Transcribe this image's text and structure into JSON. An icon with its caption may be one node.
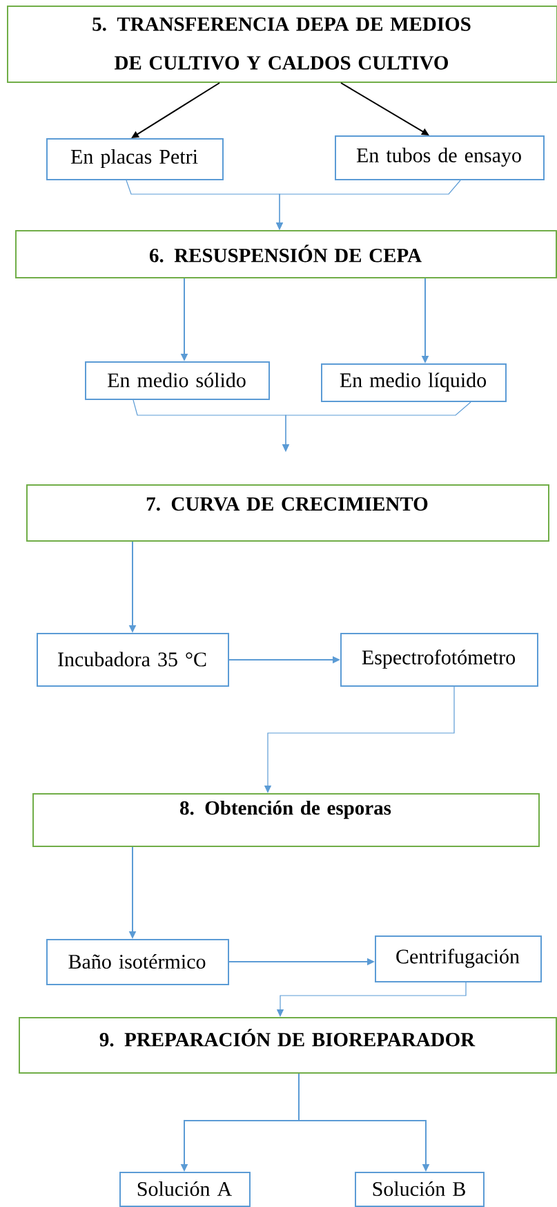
{
  "diagram": {
    "nodes": [
      {
        "text": [
          "5. TRANSFERENCIA DEPA DE MEDIOS DE CULTIVO Y CALDOS CULTIVO"
        ]
      },
      {
        "text": [
          "En placas Petri"
        ]
      },
      {
        "text": [
          "En tubos de ensayo"
        ]
      },
      {
        "text": [
          "6. RESUSPENSIÓN DE CEPA"
        ]
      },
      {
        "text": [
          "En medio sólido"
        ]
      },
      {
        "text": [
          "En medio líquido"
        ]
      },
      {
        "text": [
          "7.  CURVA DE CRECIMIENTO"
        ]
      },
      {
        "text": [
          "Incubadora 35 °C"
        ]
      },
      {
        "text": [
          "Espectrofotómetro"
        ]
      },
      {
        "text": [
          "8.  Obtención de esporas"
        ]
      },
      {
        "text": [
          "Baño isotérmico"
        ]
      },
      {
        "text": [
          "Centrifugación"
        ]
      },
      {
        "text": [
          "9.  PREPARACIÓN DE BIOREPARADOR"
        ]
      },
      {
        "text": [
          "Solución A"
        ]
      },
      {
        "text": [
          "Solución B"
        ]
      }
    ],
    "edges": [
      {
        "from": 0,
        "to": 1,
        "arrow": "to",
        "color": "#000000"
      },
      {
        "from": 0,
        "to": 2,
        "arrow": "to",
        "color": "#000000"
      },
      {
        "from": 1,
        "to": 3,
        "arrow": "to"
      },
      {
        "from": 2,
        "to": 3,
        "arrow": "to"
      },
      {
        "from": 3,
        "to": 4,
        "arrow": "to"
      },
      {
        "from": 3,
        "to": 5,
        "arrow": "to"
      },
      {
        "from": 4,
        "to": null,
        "arrow": "to"
      },
      {
        "from": 5,
        "to": null,
        "arrow": "to"
      },
      {
        "from": 6,
        "to": 7,
        "arrow": "to"
      },
      {
        "from": 7,
        "to": 8,
        "arrow": "to"
      },
      {
        "from": 8,
        "to": 9,
        "arrow": "to"
      },
      {
        "from": 9,
        "to": 10,
        "arrow": "to"
      },
      {
        "from": 10,
        "to": 11,
        "arrow": "to"
      },
      {
        "from": 11,
        "to": 12,
        "arrow": "to"
      },
      {
        "from": 12,
        "to": 13,
        "arrow": "to"
      },
      {
        "from": 12,
        "to": 14,
        "arrow": "to"
      }
    ]
  }
}
